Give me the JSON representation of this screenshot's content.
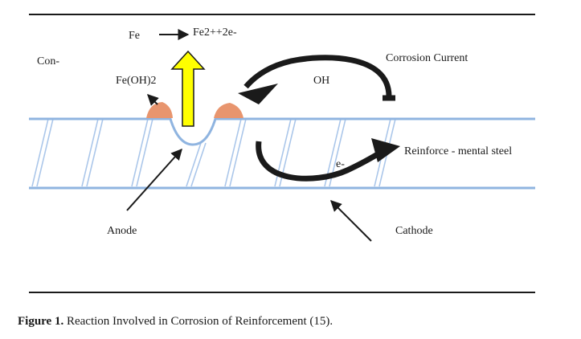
{
  "diagram": {
    "labels": {
      "fe": "Fe",
      "fe_product": "Fe2++2e-",
      "corrosion_current": "Corrosion Current",
      "concrete": "Con-",
      "fe_oh_2": "Fe(OH)2",
      "oh": "OH",
      "electron": "e-",
      "reinforcement_steel": "Reinforce - mental steel",
      "anode": "Anode",
      "cathode": "Cathode"
    },
    "colors": {
      "bar_outline": "#8fb4e0",
      "rib_hatch": "#aac6ea",
      "rust_deposit": "#e8956e",
      "anode_arrow": "#ffff00",
      "frame_line": "#1a1a1a"
    }
  },
  "caption": {
    "label": "Figure 1.",
    "text": " Reaction Involved in Corrosion of Reinforcement (15)."
  }
}
